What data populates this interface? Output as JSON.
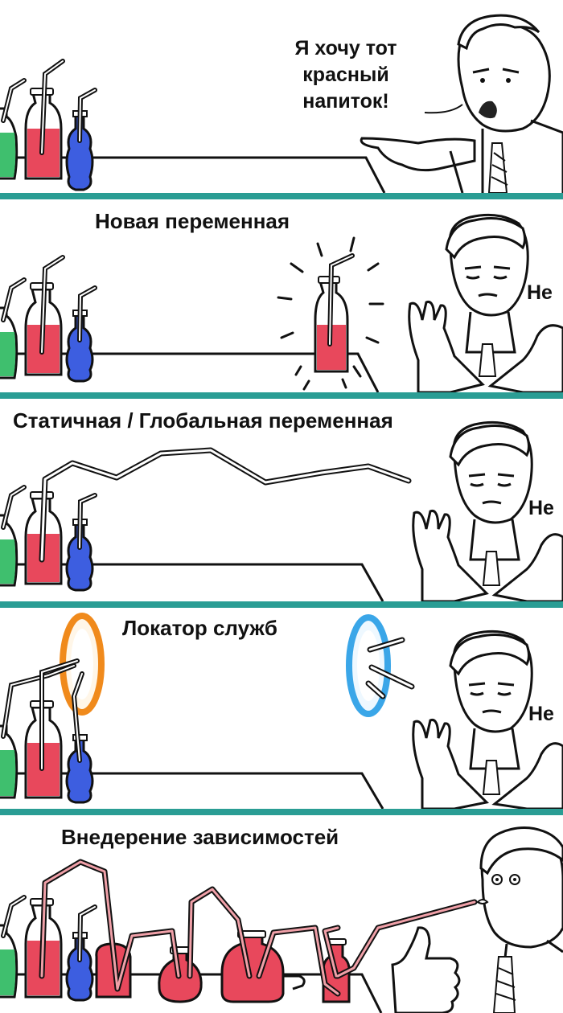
{
  "panels": [
    {
      "id": "panel-1",
      "speech_lines": [
        "Я хочу тот",
        "красный",
        "напиток!"
      ]
    },
    {
      "id": "panel-2",
      "caption": "Новая переменная",
      "reply": "Не"
    },
    {
      "id": "panel-3",
      "caption": "Статичная / Глобальная переменная",
      "reply": "Не"
    },
    {
      "id": "panel-4",
      "caption": "Локатор служб",
      "reply": "Не"
    },
    {
      "id": "panel-5",
      "caption": "Внедерение зависимостей"
    }
  ],
  "colors": {
    "divider": "#2a9d94",
    "green_drink": "#3fbf6e",
    "red_drink": "#e8485c",
    "blue_drink": "#3d5ee0",
    "portal_orange": "#f08a1c",
    "portal_blue": "#3aa6e8",
    "straw_pink": "#f0a0a8"
  },
  "icons": [
    "green-bottle-icon",
    "red-bottle-icon",
    "blue-bottle-icon",
    "man-pointing-icon",
    "man-refusing-icon",
    "man-drinking-icon",
    "orange-portal-icon",
    "blue-portal-icon",
    "thumbs-up-icon"
  ]
}
